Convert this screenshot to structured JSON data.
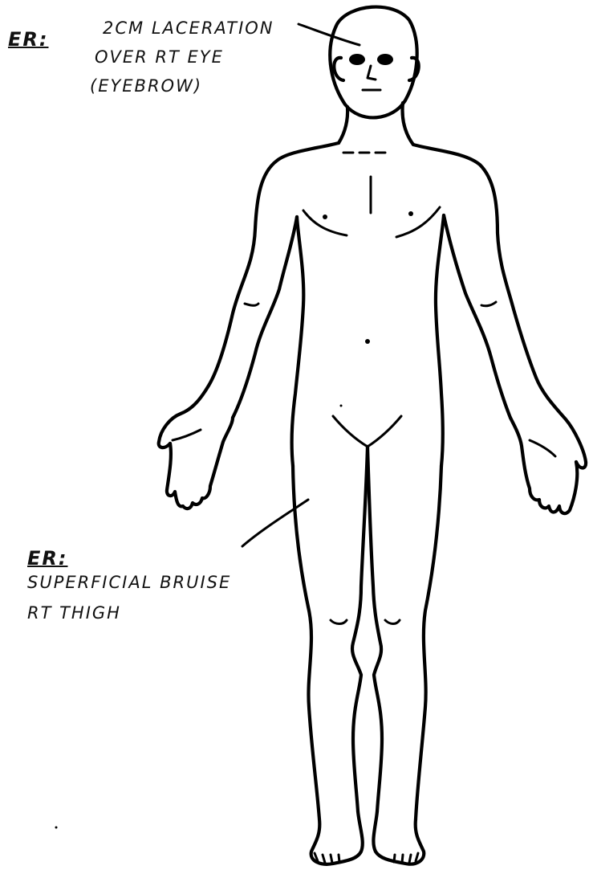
{
  "annotations": {
    "eye": {
      "tag": "ER:",
      "lines": [
        "2CM LACERATION",
        "OVER RT EYE",
        "(EYEBROW)"
      ]
    },
    "thigh": {
      "tag": "ER:",
      "lines": [
        "SUPERFICIAL BRUISE",
        "RT THIGH"
      ]
    }
  },
  "colors": {
    "ink": "#000000",
    "paper": "#ffffff"
  }
}
